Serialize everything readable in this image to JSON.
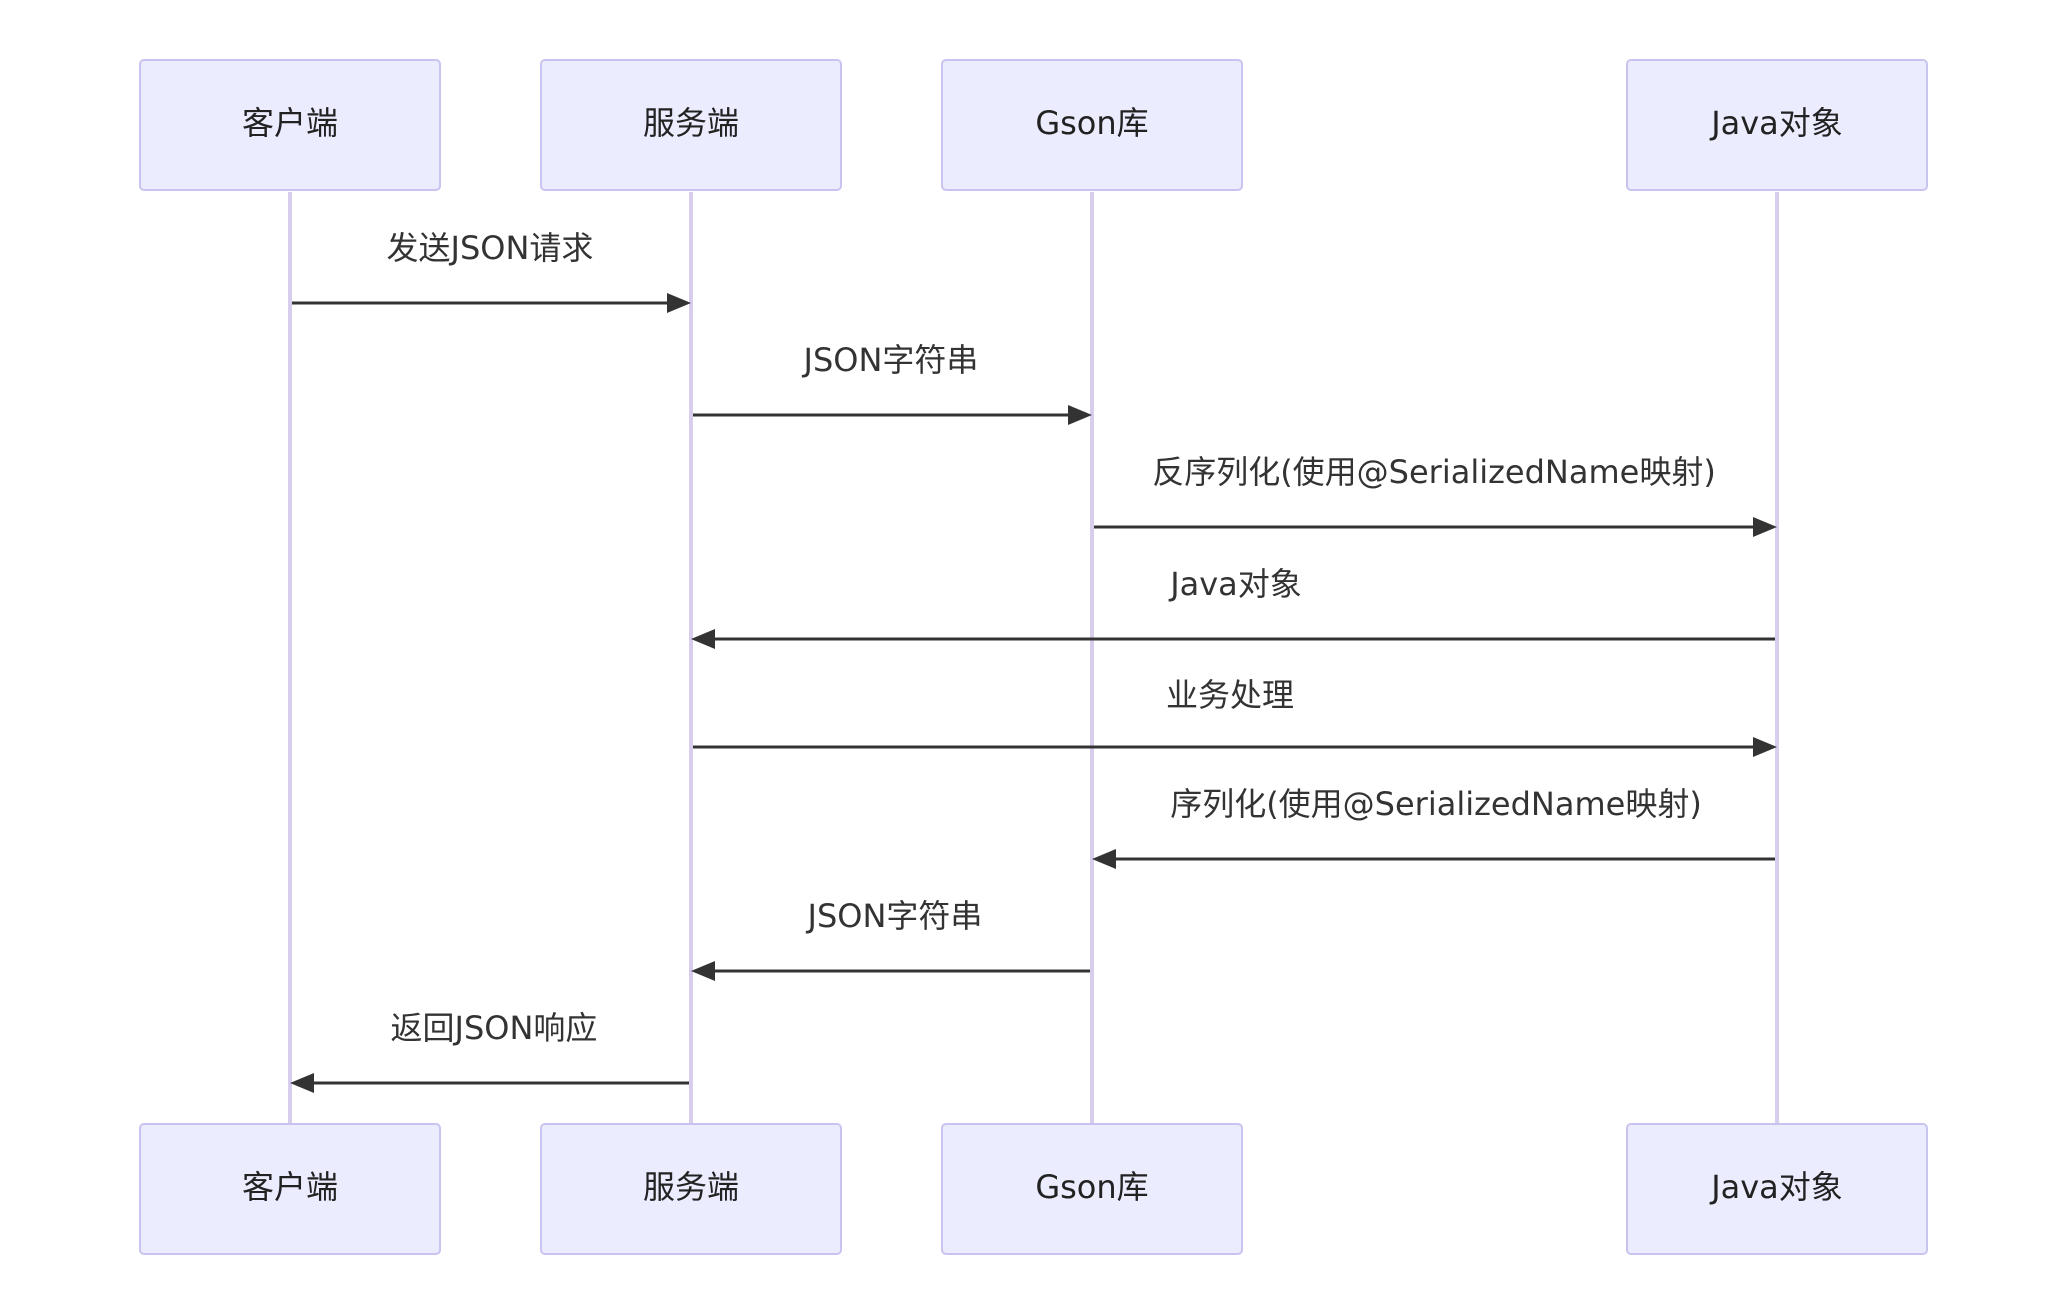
{
  "participants": [
    {
      "id": "client",
      "label": "客户端"
    },
    {
      "id": "server",
      "label": "服务端"
    },
    {
      "id": "gson",
      "label": "Gson库"
    },
    {
      "id": "java",
      "label": "Java对象"
    }
  ],
  "messages": [
    {
      "from": "client",
      "to": "server",
      "text": "发送JSON请求"
    },
    {
      "from": "server",
      "to": "gson",
      "text": "JSON字符串"
    },
    {
      "from": "gson",
      "to": "java",
      "text": "反序列化(使用@SerializedName映射)"
    },
    {
      "from": "java",
      "to": "server",
      "text": "Java对象"
    },
    {
      "from": "server",
      "to": "java",
      "text": "业务处理"
    },
    {
      "from": "java",
      "to": "gson",
      "text": "序列化(使用@SerializedName映射)"
    },
    {
      "from": "gson",
      "to": "server",
      "text": "JSON字符串"
    },
    {
      "from": "server",
      "to": "client",
      "text": "返回JSON响应"
    }
  ],
  "colors": {
    "actor_fill": "#ececff",
    "actor_stroke": "#c9c3ef",
    "lifeline": "#d9cdee",
    "message": "#333333"
  }
}
